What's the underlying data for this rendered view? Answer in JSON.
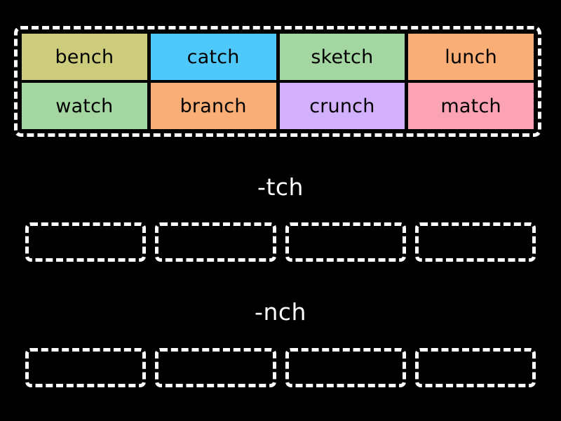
{
  "page": {
    "background_color": "#000000",
    "type": "word-sort-activity"
  },
  "word_bank": {
    "name": "word-bank",
    "border_color": "#ffffff",
    "tiles": [
      {
        "word": "bench",
        "color": "#cdcc7d"
      },
      {
        "word": "catch",
        "color": "#4fc8fc"
      },
      {
        "word": "sketch",
        "color": "#a3d6a0"
      },
      {
        "word": "lunch",
        "color": "#f8ae76"
      },
      {
        "word": "watch",
        "color": "#a3d6a0"
      },
      {
        "word": "branch",
        "color": "#f8ae76"
      },
      {
        "word": "crunch",
        "color": "#d3b0fb"
      },
      {
        "word": "match",
        "color": "#fba3b5"
      }
    ]
  },
  "categories": [
    {
      "label": "-tch",
      "slot_count": 4,
      "slots": [
        "",
        "",
        "",
        ""
      ]
    },
    {
      "label": "-nch",
      "slot_count": 4,
      "slots": [
        "",
        "",
        "",
        ""
      ]
    }
  ]
}
